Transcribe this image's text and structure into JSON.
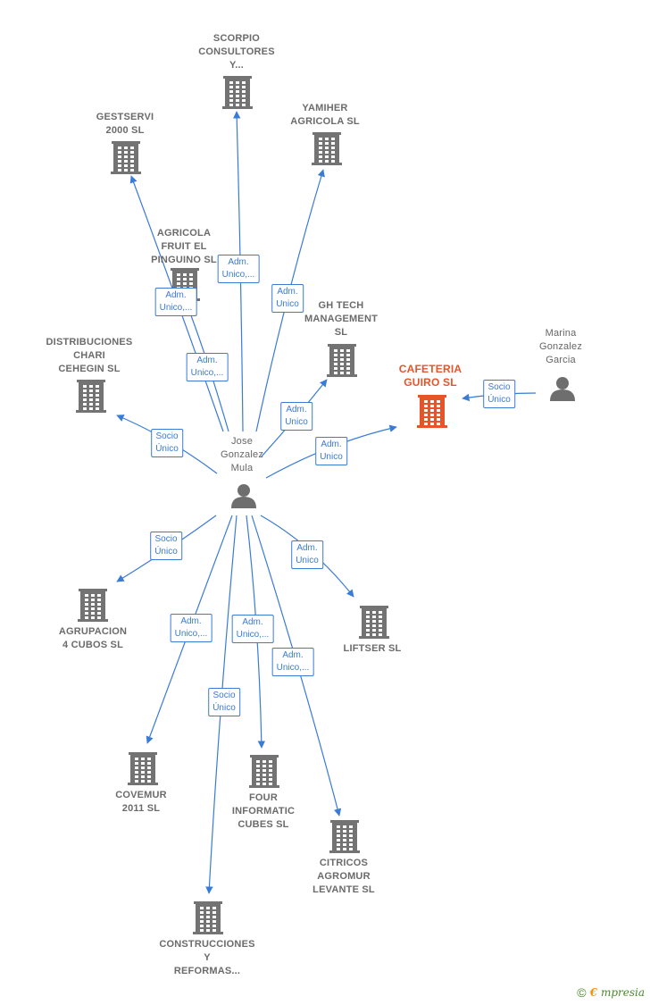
{
  "colors": {
    "edge": "#3a7bd5",
    "building": "#737373",
    "focus": "#e8542a",
    "person": "#6e6e6e"
  },
  "nodes": [
    {
      "id": "scorpio",
      "label": "SCORPIO\nCONSULTORES\nY...",
      "type": "company"
    },
    {
      "id": "gestservi",
      "label": "GESTSERVI\n2000  SL",
      "type": "company"
    },
    {
      "id": "yamiher",
      "label": "YAMIHER\nAGRICOLA  SL",
      "type": "company"
    },
    {
      "id": "agricola",
      "label": "AGRICOLA\nFRUIT EL\nPINGUINO  SL",
      "type": "company"
    },
    {
      "id": "ghtech",
      "label": "GH TECH\nMANAGEMENT\nSL",
      "type": "company"
    },
    {
      "id": "distribuciones",
      "label": "DISTRIBUCIONES\nCHARI\nCEHEGIN  SL",
      "type": "company"
    },
    {
      "id": "cafeteria",
      "label": "CAFETERIA\nGUIRO  SL",
      "type": "focus"
    },
    {
      "id": "marina",
      "label": "Marina\nGonzalez\nGarcia",
      "type": "person"
    },
    {
      "id": "jose",
      "label": "Jose\nGonzalez\nMula",
      "type": "person"
    },
    {
      "id": "agrupacion",
      "label": "AGRUPACION\n4 CUBOS  SL",
      "type": "company"
    },
    {
      "id": "liftser",
      "label": "LIFTSER  SL",
      "type": "company"
    },
    {
      "id": "covemur",
      "label": "COVEMUR\n2011 SL",
      "type": "company"
    },
    {
      "id": "four",
      "label": "FOUR\nINFORMATIC\nCUBES  SL",
      "type": "company"
    },
    {
      "id": "citricos",
      "label": "CITRICOS\nAGROMUR\nLEVANTE  SL",
      "type": "company"
    },
    {
      "id": "construcciones",
      "label": "CONSTRUCCIONES\nY\nREFORMAS...",
      "type": "company"
    }
  ],
  "edges": [
    {
      "from": "jose",
      "to": "scorpio",
      "label": "Adm.\nUnico,..."
    },
    {
      "from": "jose",
      "to": "gestservi",
      "label": "Adm.\nUnico,..."
    },
    {
      "from": "jose",
      "to": "yamiher",
      "label": "Adm.\nUnico"
    },
    {
      "from": "jose",
      "to": "agricola",
      "label": "Adm.\nUnico,..."
    },
    {
      "from": "jose",
      "to": "ghtech",
      "label": "Adm.\nUnico"
    },
    {
      "from": "jose",
      "to": "distribuciones",
      "label": "Socio\nÚnico"
    },
    {
      "from": "jose",
      "to": "cafeteria",
      "label": "Adm.\nUnico"
    },
    {
      "from": "marina",
      "to": "cafeteria",
      "label": "Socio\nÚnico"
    },
    {
      "from": "jose",
      "to": "agrupacion",
      "label": "Socio\nÚnico"
    },
    {
      "from": "jose",
      "to": "liftser",
      "label": "Adm.\nUnico"
    },
    {
      "from": "jose",
      "to": "covemur",
      "label": "Adm.\nUnico,..."
    },
    {
      "from": "jose",
      "to": "four",
      "label": "Adm.\nUnico,..."
    },
    {
      "from": "jose",
      "to": "citricos",
      "label": "Adm.\nUnico,..."
    },
    {
      "from": "jose",
      "to": "construcciones",
      "label": "Socio\nÚnico"
    }
  ],
  "footer": {
    "copyright": "©",
    "brand_initial": "€",
    "brand_rest": "mpresia"
  }
}
